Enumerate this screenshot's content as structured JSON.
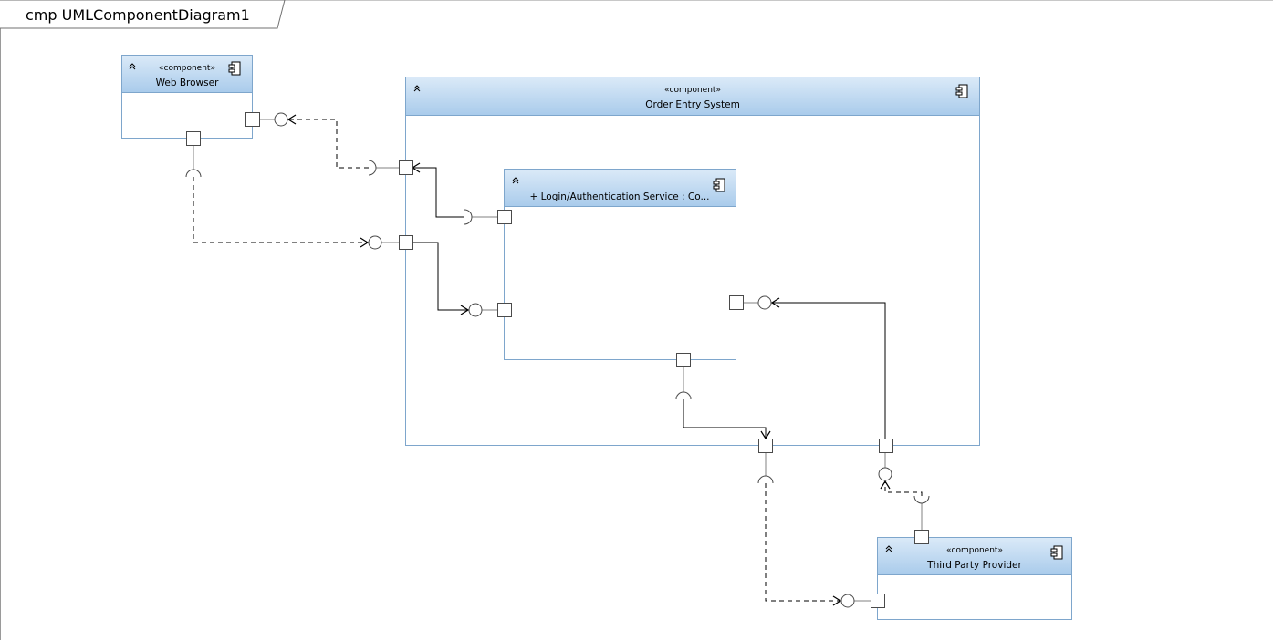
{
  "diagram": {
    "title": "cmp UMLComponentDiagram1"
  },
  "components": {
    "web_browser": {
      "stereotype": "«component»",
      "name": "Web Browser"
    },
    "order_entry": {
      "stereotype": "«component»",
      "name": "Order Entry System"
    },
    "login": {
      "stereotype": "",
      "name": "+ Login/Authentication Service : Co..."
    },
    "third_party": {
      "stereotype": "«component»",
      "name": "Third Party Provider"
    }
  },
  "colors": {
    "header_gradient_top": "#dbeaf8",
    "header_gradient_bottom": "#a9cbeb",
    "border": "#7ea6cc"
  }
}
